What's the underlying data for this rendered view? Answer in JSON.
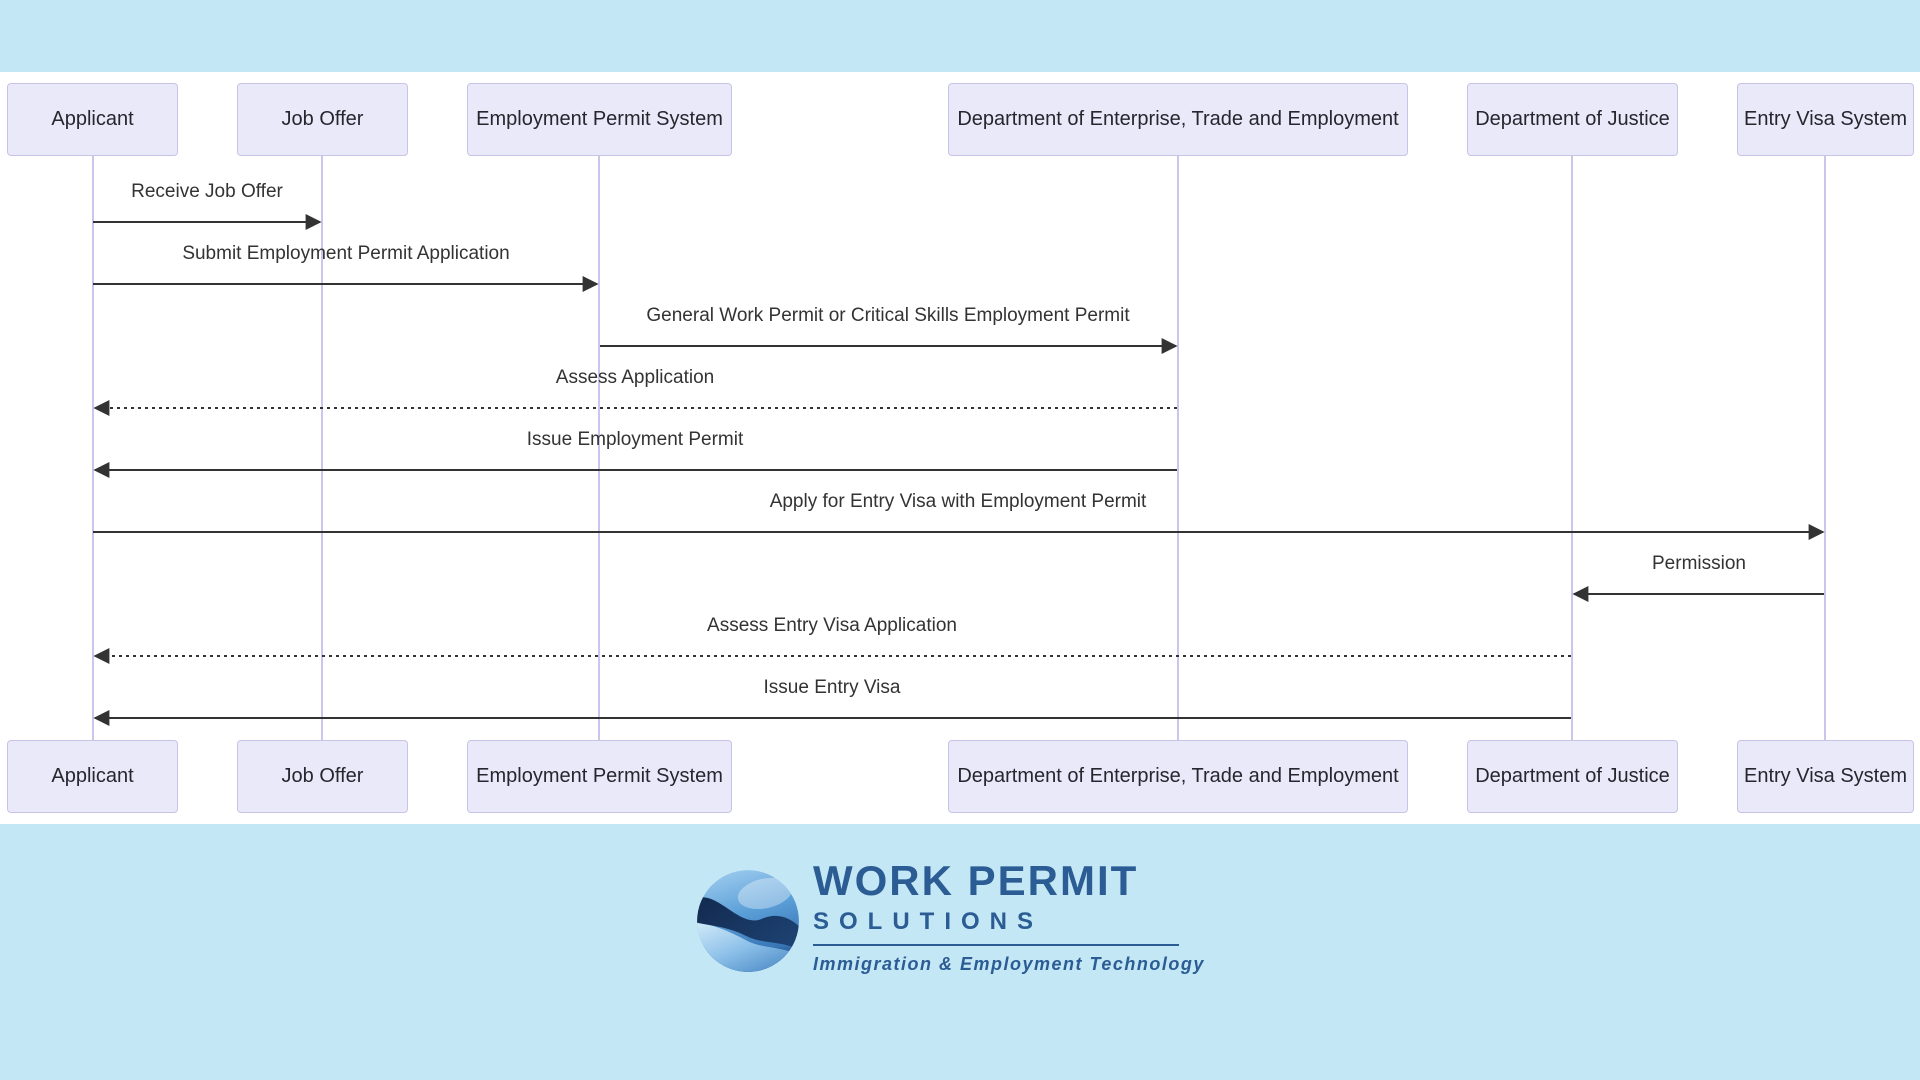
{
  "colors": {
    "band": "#c4e7f6",
    "canvas": "#ffffff",
    "actor_fill": "#e9e9f9",
    "actor_border": "#c7c3e6",
    "lifeline": "#ccc5ec",
    "arrow": "#333333",
    "message_text": "#333333",
    "brand_blue": "#2b5c94"
  },
  "diagram": {
    "type": "sequence-diagram",
    "actors": [
      {
        "label": "Applicant"
      },
      {
        "label": "Job Offer"
      },
      {
        "label": "Employment Permit System"
      },
      {
        "label": "Department of Enterprise, Trade and Employment"
      },
      {
        "label": "Department of Justice"
      },
      {
        "label": "Entry Visa System"
      }
    ],
    "messages": [
      {
        "label": "Receive Job Offer",
        "from": "Applicant",
        "to": "Job Offer",
        "line": "solid",
        "direction": "right"
      },
      {
        "label": "Submit Employment Permit Application",
        "from": "Applicant",
        "to": "Employment Permit System",
        "line": "solid",
        "direction": "right"
      },
      {
        "label": "General Work Permit or Critical Skills Employment Permit",
        "from": "Employment Permit System",
        "to": "Department of Enterprise, Trade and Employment",
        "line": "solid",
        "direction": "right"
      },
      {
        "label": "Assess Application",
        "from": "Department of Enterprise, Trade and Employment",
        "to": "Applicant",
        "line": "dashed",
        "direction": "left"
      },
      {
        "label": "Issue Employment Permit",
        "from": "Department of Enterprise, Trade and Employment",
        "to": "Applicant",
        "line": "solid",
        "direction": "left"
      },
      {
        "label": "Apply for Entry Visa with Employment Permit",
        "from": "Applicant",
        "to": "Entry Visa System",
        "line": "solid",
        "direction": "right"
      },
      {
        "label": "Permission",
        "from": "Entry Visa System",
        "to": "Department of Justice",
        "line": "solid",
        "direction": "left"
      },
      {
        "label": "Assess Entry Visa Application",
        "from": "Department of Justice",
        "to": "Applicant",
        "line": "dashed",
        "direction": "left"
      },
      {
        "label": "Issue Entry Visa",
        "from": "Department of Justice",
        "to": "Applicant",
        "line": "solid",
        "direction": "left"
      }
    ]
  },
  "footer": {
    "brand_name": "WORK PERMIT",
    "brand_subtitle": "SOLUTIONS",
    "tagline": "Immigration & Employment Technology",
    "logo": "globe-wave-logo"
  }
}
